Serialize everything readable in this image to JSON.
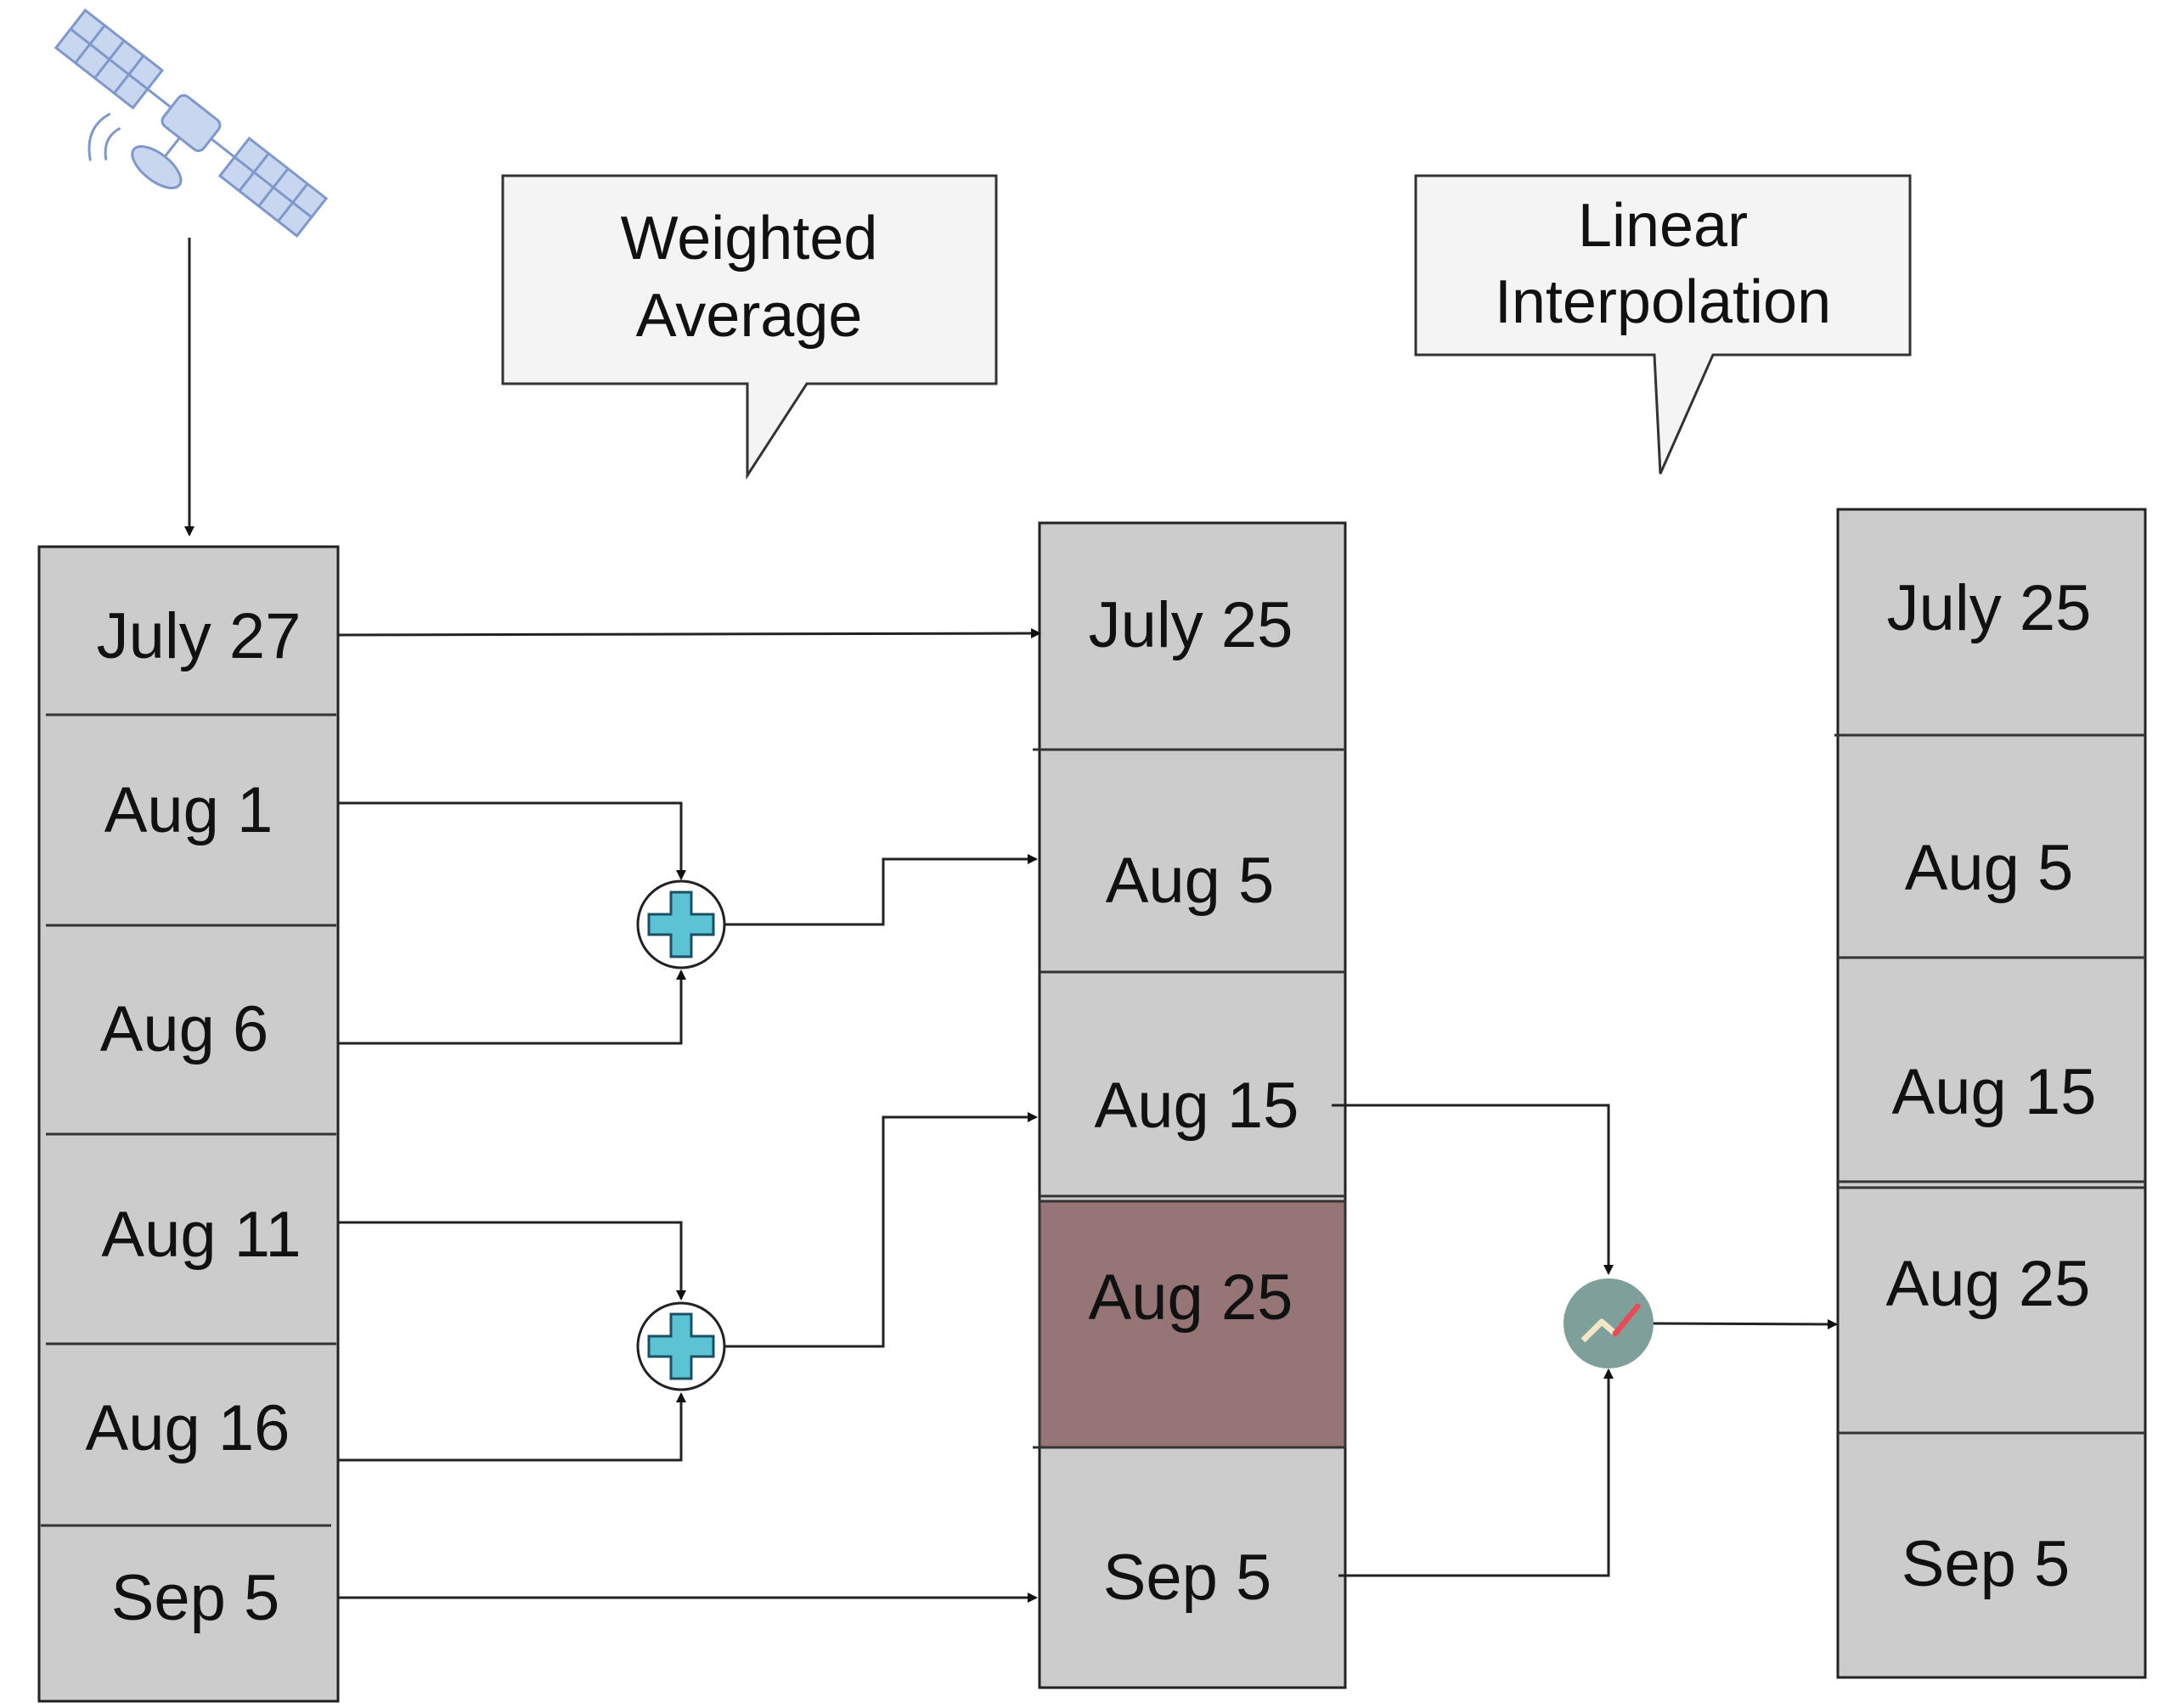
{
  "source_column": {
    "cells": [
      "July 27",
      "Aug 1",
      "Aug 6",
      "Aug 11",
      "Aug 16",
      "Sep 5"
    ]
  },
  "middle_column": {
    "cells": [
      "July 25",
      "Aug 5",
      "Aug 15",
      "Aug 25",
      "Sep 5"
    ],
    "highlight_color": "#957575"
  },
  "output_column": {
    "cells": [
      "July 25",
      "Aug 5",
      "Aug 15",
      "Aug 25",
      "Sep 5"
    ]
  },
  "callouts": {
    "weighted_average": [
      "Weighted",
      "Average"
    ],
    "linear_interpolation": [
      "Linear",
      "Interpolation"
    ]
  },
  "icons": {
    "source": "satellite-icon",
    "combine": "plus-icon",
    "interpolate": "line-chart-icon"
  },
  "colors": {
    "cell_fill": "#cccccc",
    "satellite": "#8ea9d8",
    "plus": "#5bc3d4",
    "interp_circle": "#7f9f9a"
  }
}
